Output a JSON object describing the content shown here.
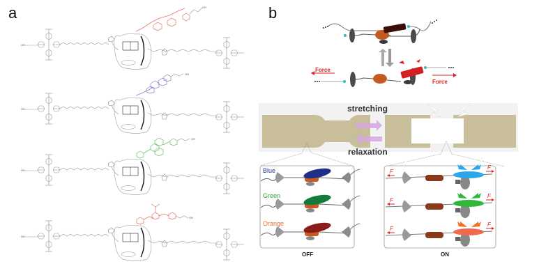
{
  "panels": {
    "a": {
      "label": "a",
      "molecules": [
        {
          "name": "red-fluorophore-rotaxane",
          "accent_color": "#e8706c",
          "end_group": "OH",
          "start_group": "HO"
        },
        {
          "name": "blue-fluorophore-rotaxane",
          "accent_color": "#8080d0",
          "end_group": "OH",
          "start_group": "HO"
        },
        {
          "name": "green-fluorophore-rotaxane",
          "accent_color": "#70c070",
          "end_group": "OH",
          "start_group": "HO"
        },
        {
          "name": "orange-fluorophore-rotaxane",
          "accent_color": "#e86a60",
          "end_group": "OH",
          "start_group": "HO"
        }
      ]
    },
    "b": {
      "label": "b",
      "force_left": "Force",
      "force_right": "Force",
      "stretching": "stretching",
      "relaxation": "relaxation",
      "off_box": {
        "title": "OFF",
        "rows": [
          {
            "label": "Blue",
            "color": "#1e2f8a"
          },
          {
            "label": "Green",
            "color": "#127a3a"
          },
          {
            "label": "Orange",
            "color": "#e0702a",
            "body_color": "#8a1c1c"
          }
        ]
      },
      "on_box": {
        "title": "ON",
        "force_symbol": "F",
        "rows": [
          {
            "color": "#2aa7e8"
          },
          {
            "color": "#2fb83a"
          },
          {
            "color": "#f06a50",
            "arrow_color": "#f07020"
          }
        ]
      }
    }
  }
}
